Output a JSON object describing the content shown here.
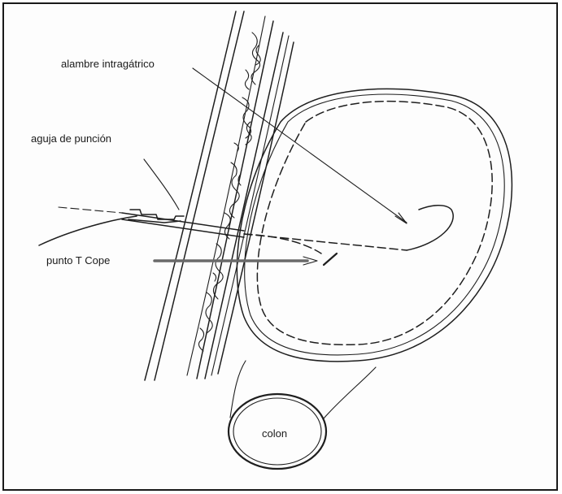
{
  "labels": {
    "wire": "alambre intragátrico",
    "needle": "aguja de punción",
    "t_point": "punto T Cope",
    "colon": "colon"
  },
  "colors": {
    "line": "#1e1e1e",
    "leader_gray": "#6a6a6a",
    "background": "#fdfdfd"
  }
}
